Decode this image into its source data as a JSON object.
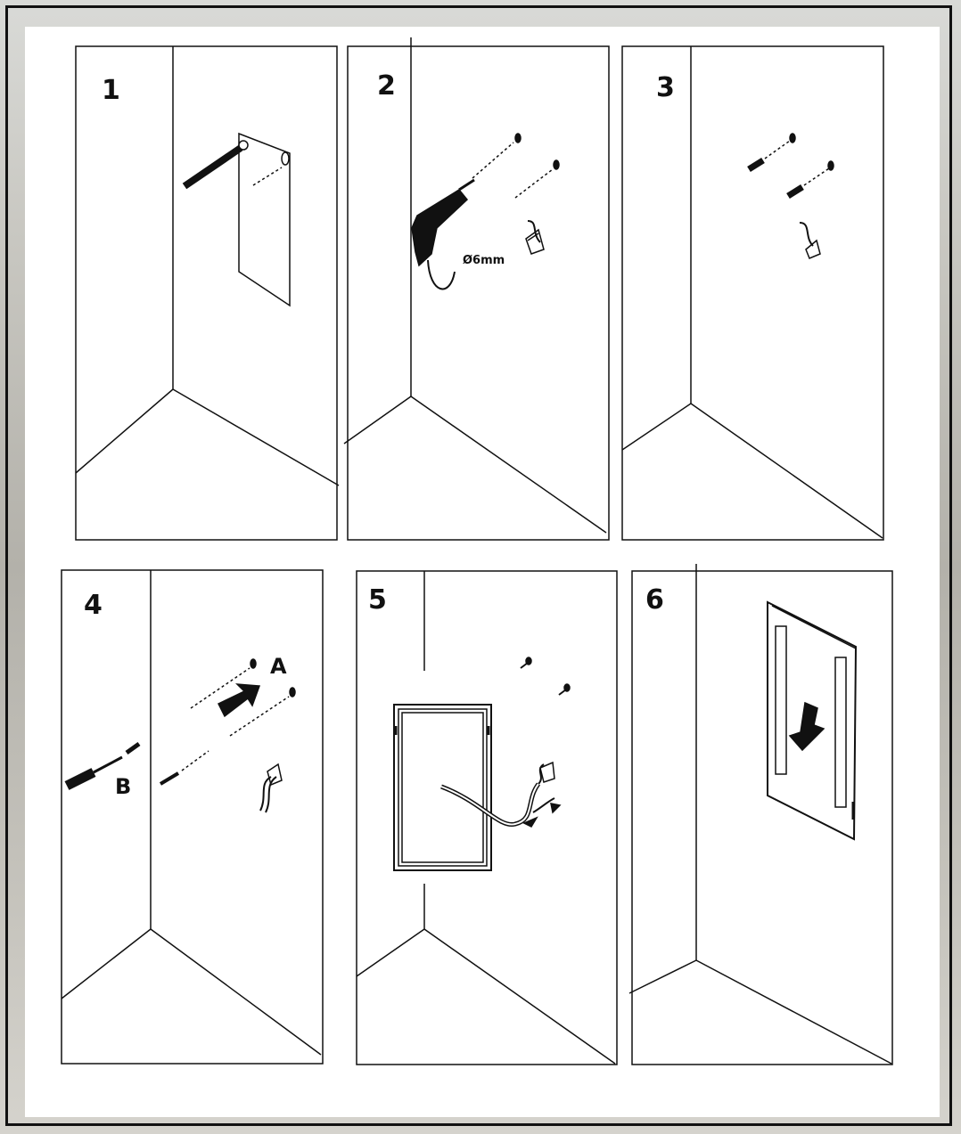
{
  "steps": [
    {
      "number": "1"
    },
    {
      "number": "2",
      "drill_size": "Ø6mm"
    },
    {
      "number": "3"
    },
    {
      "number": "4",
      "label_a": "A",
      "label_b": "B"
    },
    {
      "number": "5"
    },
    {
      "number": "6"
    }
  ],
  "icons": [
    "pencil-icon",
    "drill-icon",
    "wall-plug-icon",
    "screwdriver-icon",
    "arrow-icon",
    "cable-icon",
    "mirror-icon"
  ],
  "colors": {
    "line": "#111111",
    "paper": "#ffffff",
    "background": "#c6c4bd"
  }
}
